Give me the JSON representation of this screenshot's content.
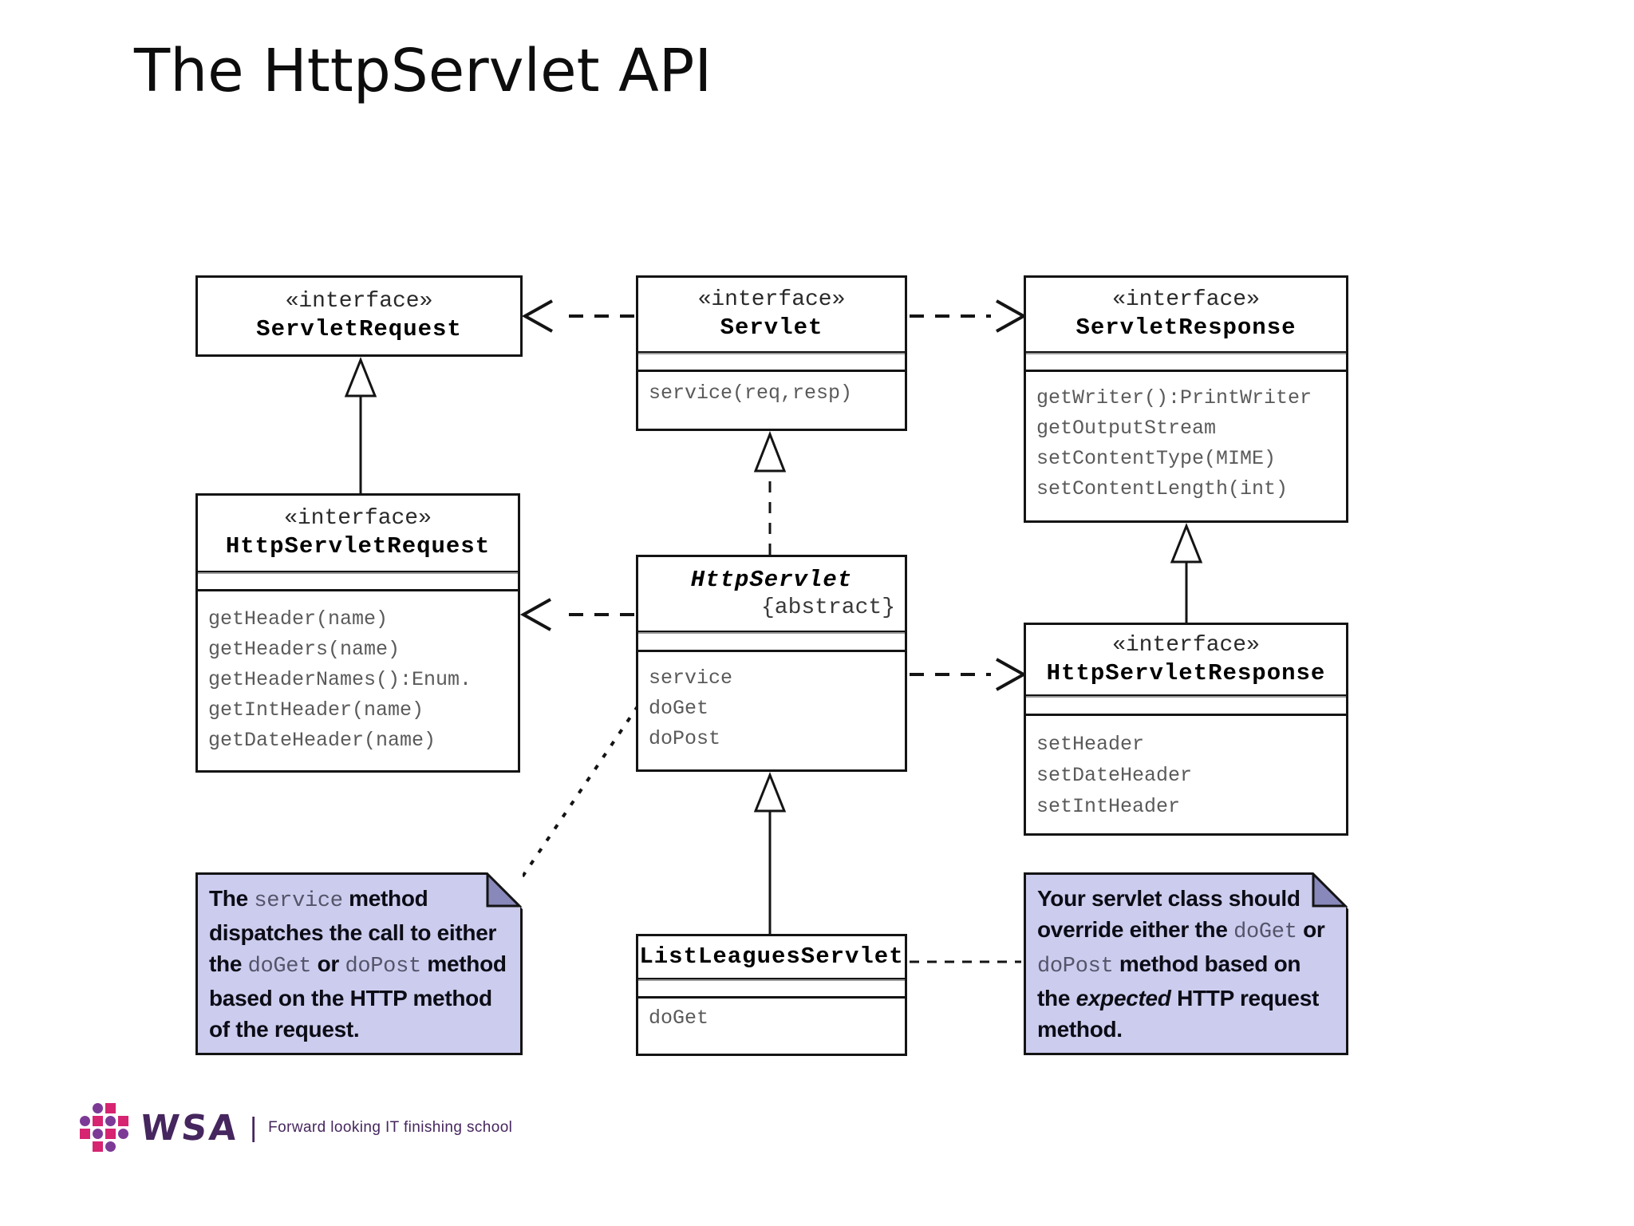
{
  "slide": {
    "title": "The HttpServlet API"
  },
  "diagram": {
    "classes": {
      "servlet_request": {
        "stereotype": "«interface»",
        "name": "ServletRequest"
      },
      "servlet": {
        "stereotype": "«interface»",
        "name": "Servlet",
        "methods": [
          "service(req,resp)"
        ]
      },
      "servlet_response": {
        "stereotype": "«interface»",
        "name": "ServletResponse",
        "methods": [
          "getWriter():PrintWriter",
          "getOutputStream",
          "setContentType(MIME)",
          "setContentLength(int)"
        ]
      },
      "http_servlet_request": {
        "stereotype": "«interface»",
        "name": "HttpServletRequest",
        "methods": [
          "getHeader(name)",
          "getHeaders(name)",
          "getHeaderNames():Enum.",
          "getIntHeader(name)",
          "getDateHeader(name)"
        ]
      },
      "http_servlet": {
        "name": "HttpServlet",
        "modifier": "{abstract}",
        "methods": [
          "service",
          "doGet",
          "doPost"
        ]
      },
      "http_servlet_response": {
        "stereotype": "«interface»",
        "name": "HttpServletResponse",
        "methods": [
          "setHeader",
          "setDateHeader",
          "setIntHeader"
        ]
      },
      "list_leagues_servlet": {
        "name": "ListLeaguesServlet",
        "methods": [
          "doGet"
        ]
      }
    },
    "notes": {
      "left": {
        "segments": [
          "The ",
          "service",
          " method dispatches the call to either the ",
          "doGet",
          " or ",
          "doPost",
          " method based on the HTTP method of the request."
        ]
      },
      "right": {
        "segments": [
          "Your servlet class should override either the ",
          "doGet",
          " or ",
          "doPost",
          " method based on the ",
          "expected",
          " HTTP request method."
        ]
      }
    }
  },
  "footer": {
    "brand": "WSA",
    "separator": "|",
    "tagline": "Forward looking IT finishing school"
  },
  "colors": {
    "note_bg": "#ccccee",
    "note_fold": "#8888bb",
    "brand_purple": "#46265e",
    "brand_violet": "#7c3a96",
    "brand_magenta": "#d62471",
    "line_color": "#141414"
  }
}
